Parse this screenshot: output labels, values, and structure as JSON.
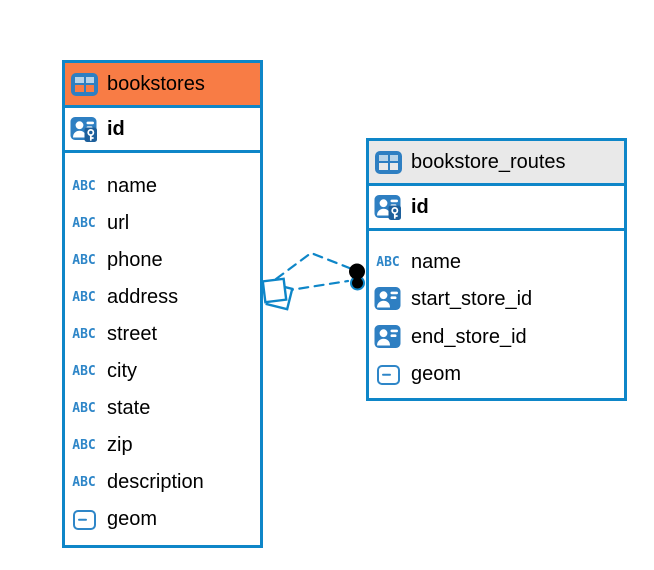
{
  "app": {
    "view": "database-er-diagram"
  },
  "colors": {
    "accent_blue": "#0e86c8",
    "icon_blue": "#2e7fc2",
    "icon_cell_light": "#b7d3e8",
    "abc_blue": "#2e86c8",
    "key_badge_blue": "#1d5f9b",
    "selected_header_orange": "#f87c45",
    "header_gray": "#e9e9e9",
    "text": "#000000",
    "background": "#ffffff"
  },
  "icons": {
    "abc_text": "ABC"
  },
  "tables": [
    {
      "name": "bookstores",
      "selected": true,
      "primary_key": {
        "name": "id",
        "icon": "person-key-icon"
      },
      "columns": [
        {
          "name": "name",
          "icon": "text-abc-icon"
        },
        {
          "name": "url",
          "icon": "text-abc-icon"
        },
        {
          "name": "phone",
          "icon": "text-abc-icon"
        },
        {
          "name": "address",
          "icon": "text-abc-icon"
        },
        {
          "name": "street",
          "icon": "text-abc-icon"
        },
        {
          "name": "city",
          "icon": "text-abc-icon"
        },
        {
          "name": "state",
          "icon": "text-abc-icon"
        },
        {
          "name": "zip",
          "icon": "text-abc-icon"
        },
        {
          "name": "description",
          "icon": "text-abc-icon"
        },
        {
          "name": "geom",
          "icon": "geometry-icon"
        }
      ]
    },
    {
      "name": "bookstore_routes",
      "selected": false,
      "primary_key": {
        "name": "id",
        "icon": "person-key-icon"
      },
      "columns": [
        {
          "name": "name",
          "icon": "text-abc-icon"
        },
        {
          "name": "start_store_id",
          "icon": "person-icon"
        },
        {
          "name": "end_store_id",
          "icon": "person-icon"
        },
        {
          "name": "geom",
          "icon": "geometry-icon"
        }
      ]
    }
  ],
  "relationships": {
    "count": 2,
    "style": "dashed",
    "from_table": "bookstores",
    "to_table": "bookstore_routes",
    "from_marker": "stacked-squares",
    "to_marker": "stacked-dots"
  }
}
